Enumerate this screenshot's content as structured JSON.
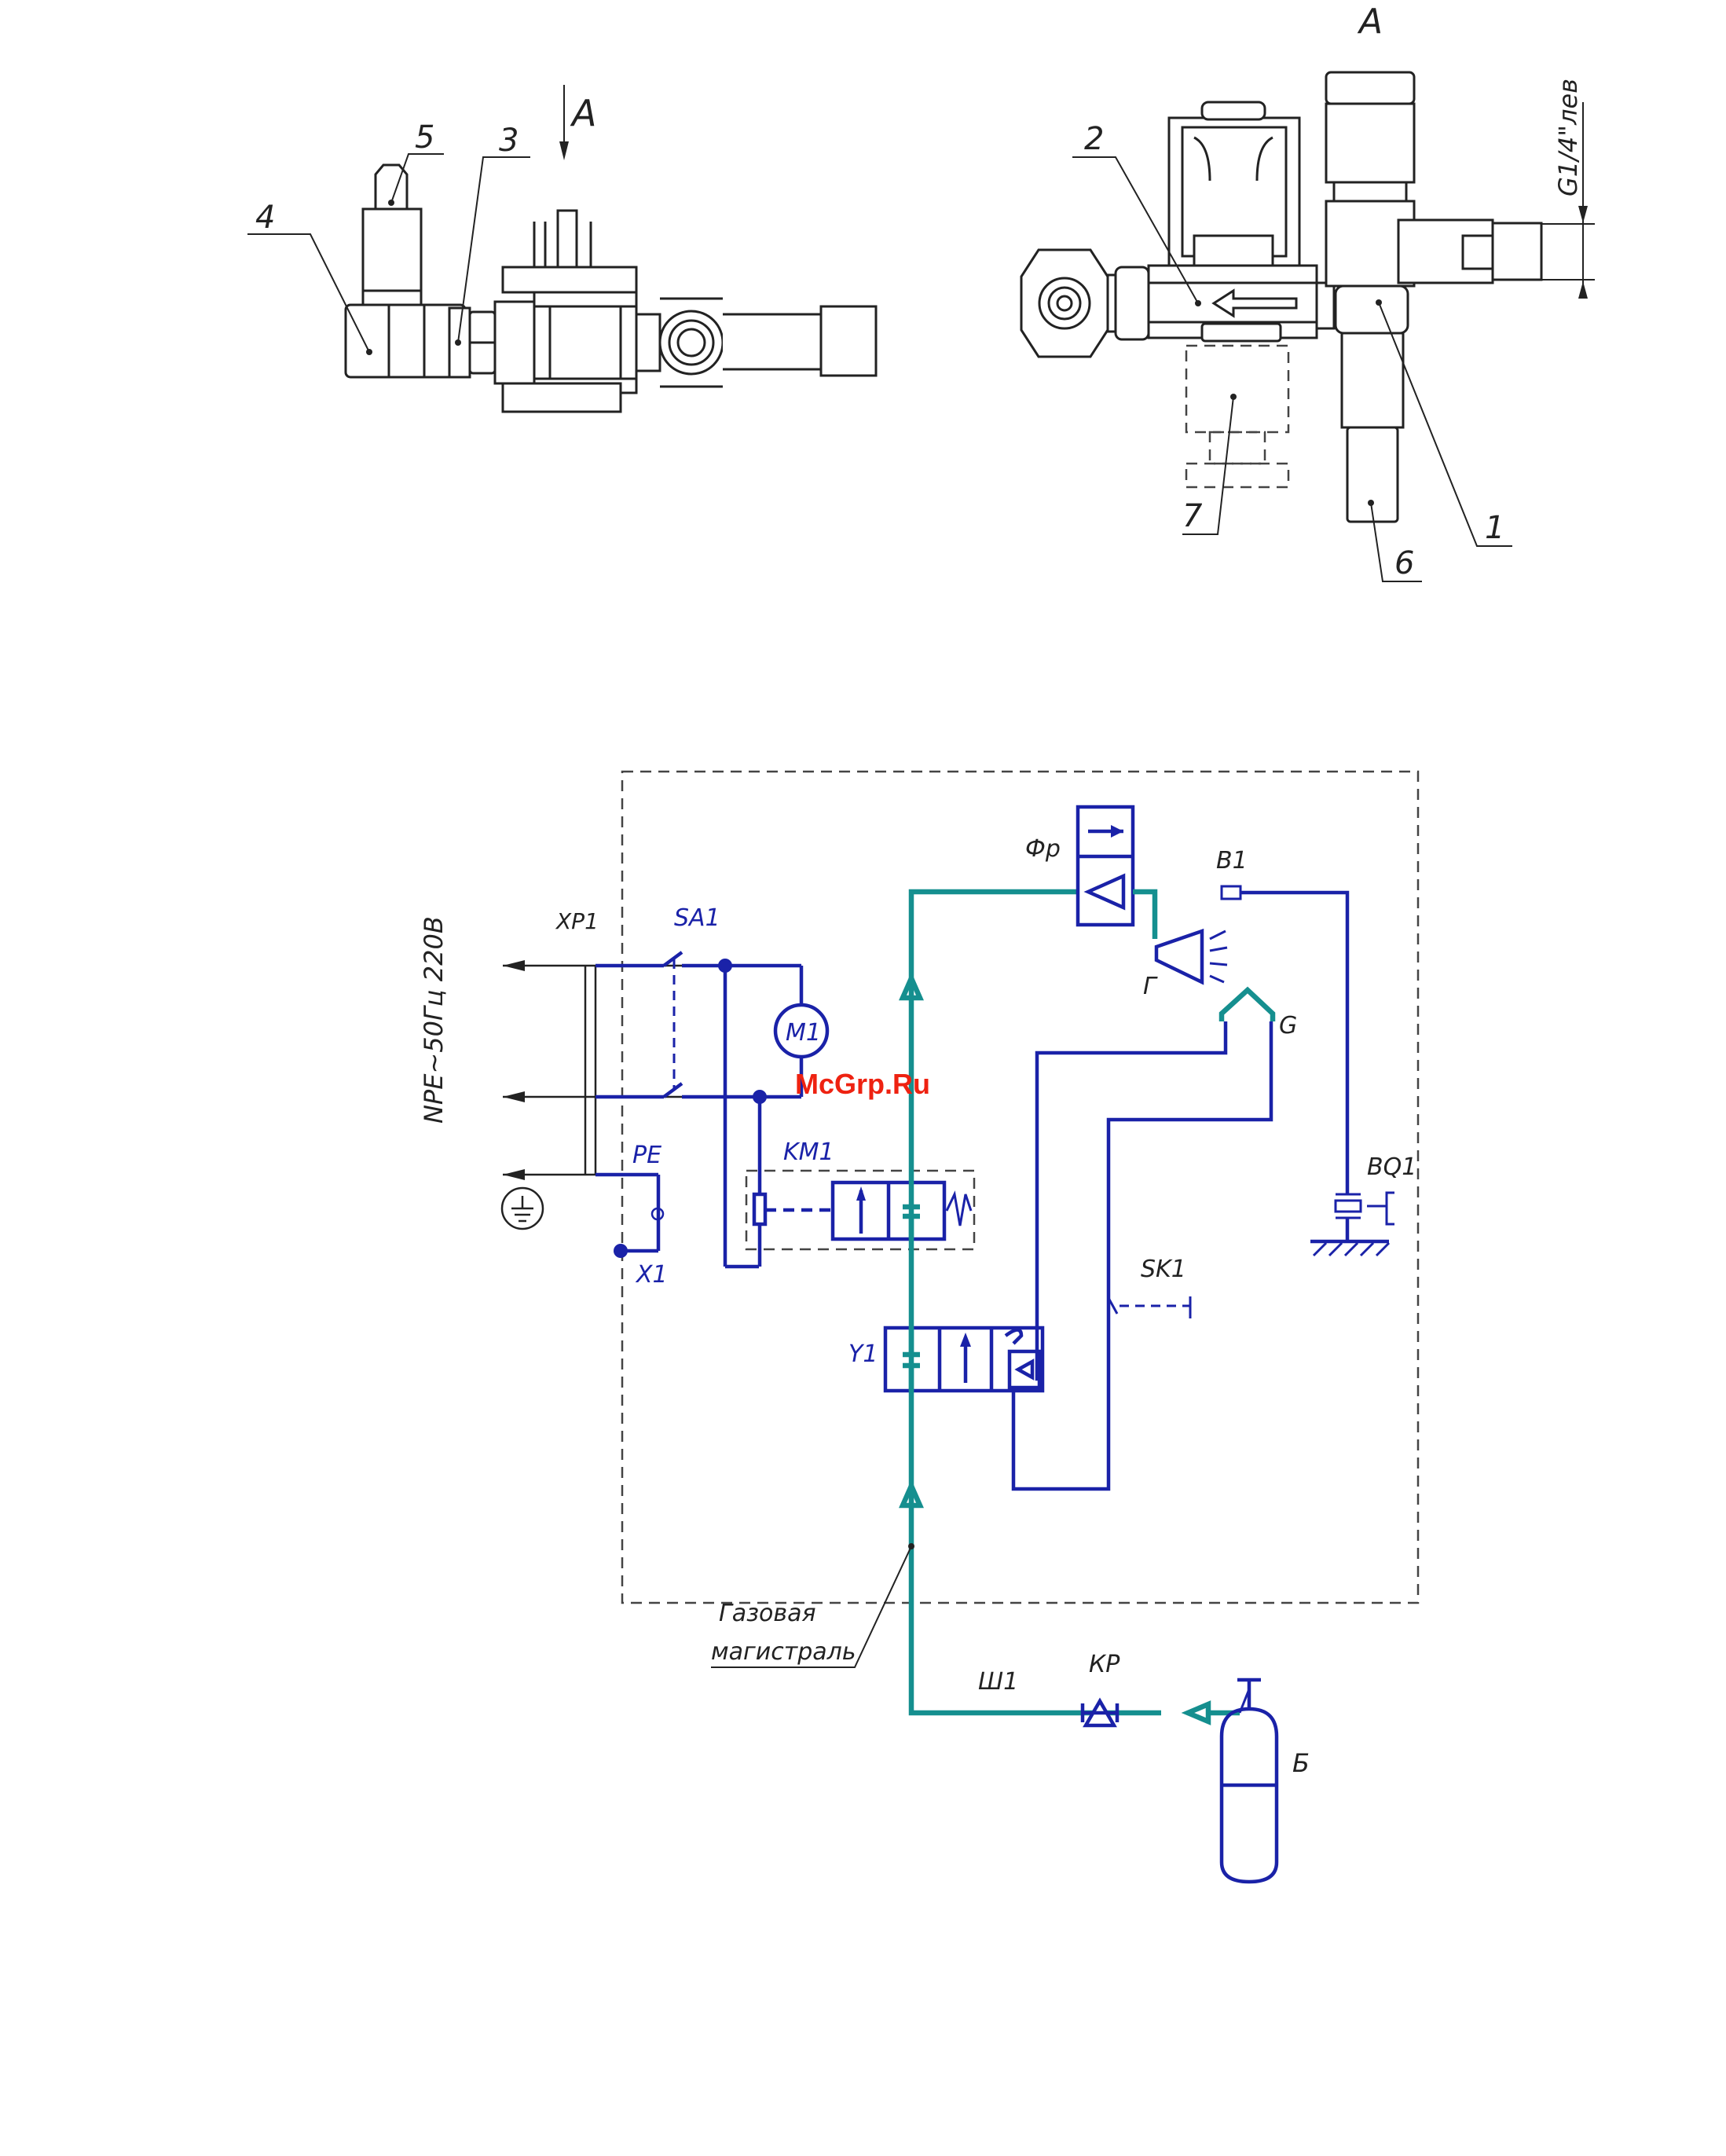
{
  "top_left_view": {
    "view_arrow": "A",
    "callouts": {
      "c5": "5",
      "c3": "3",
      "c4": "4"
    }
  },
  "top_right_view": {
    "view_title": "A",
    "thread_label": "G1/4\"лев",
    "callouts": {
      "c2": "2",
      "c7": "7",
      "c6": "6",
      "c1": "1"
    }
  },
  "schematic": {
    "xp1": "XP1",
    "power": "NPE~50Гц 220В",
    "sa1": "SA1",
    "m1": "M1",
    "pe": "PE",
    "x1": "X1",
    "km1": "KM1",
    "y1": "Y1",
    "fr": "Фр",
    "b1": "B1",
    "g_burner": "Г",
    "g": "G",
    "bq1": "BQ1",
    "sk1": "SK1",
    "gas_main_1": "Газовая",
    "gas_main_2": "магистраль",
    "sh1": "Ш1",
    "kp": "КР",
    "bottle": "Б"
  },
  "watermark": "McGrp.Ru",
  "colors": {
    "electric": "#1a22a8",
    "gas": "#158f8f",
    "ink": "#222222",
    "watermark": "#ee2211"
  }
}
